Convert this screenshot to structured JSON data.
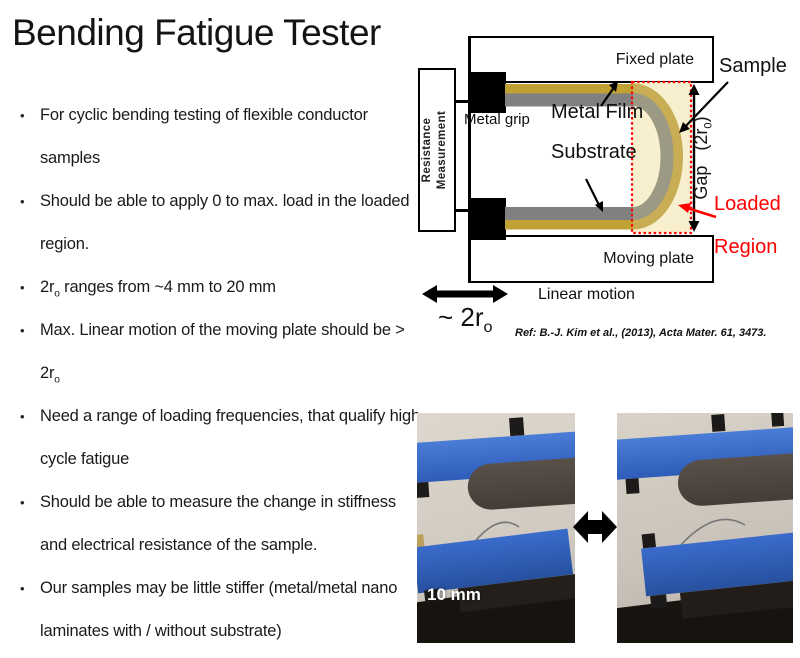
{
  "slide": {
    "title": "Bending Fatigue Tester"
  },
  "bullets": [
    {
      "segments": [
        {
          "t": "For cyclic bending testing of flexible conductor samples"
        }
      ]
    },
    {
      "segments": [
        {
          "t": "Should be able to apply 0 to max. load in the loaded region."
        }
      ]
    },
    {
      "segments": [
        {
          "t": "2r"
        },
        {
          "t": "o",
          "sub": true
        },
        {
          "t": " ranges from ~4 mm to 20 mm"
        }
      ]
    },
    {
      "segments": [
        {
          "t": "Max. Linear motion of the moving plate should be > 2r"
        },
        {
          "t": "o",
          "sub": true
        }
      ]
    },
    {
      "segments": [
        {
          "t": "Need a range of loading frequencies, that qualify high cycle fatigue"
        }
      ]
    },
    {
      "segments": [
        {
          "t": "Should be able to measure the change in stiffness and electrical resistance of the sample."
        }
      ]
    },
    {
      "segments": [
        {
          "t": "Our samples may be little stiffer (metal/metal nano laminates with / without substrate)"
        }
      ]
    }
  ],
  "diagram": {
    "resistance_line1": "Resistance",
    "resistance_line2": "Measurement",
    "fixed_plate": "Fixed plate",
    "moving_plate": "Moving plate",
    "metal_grip": "Metal grip",
    "metal_film": "Metal Film",
    "substrate": "Substrate",
    "sample": "Sample",
    "gap_line1": "Gap",
    "gap_line2_pre": "(2r",
    "gap_sub": "0",
    "gap_line2_post": ")",
    "loaded_line1": "Loaded",
    "loaded_line2": "Region",
    "linear_motion": "Linear motion",
    "stroke_pre": "~ 2r",
    "stroke_sub": "o",
    "reference": "Ref: B.-J. Kim et al., (2013), Acta Mater. 61, 3473.",
    "colors": {
      "metal_film_gold": "#bfa233",
      "curve_gold": "#c8ad55",
      "substrate_gray": "#808080",
      "curve_gray": "#9c9a85",
      "loaded_fill_cream": "#f7efcd",
      "loaded_region_red": "#ff0000"
    }
  },
  "photos": {
    "scale_label": "10 mm",
    "plate_blue": "#3566c6"
  }
}
